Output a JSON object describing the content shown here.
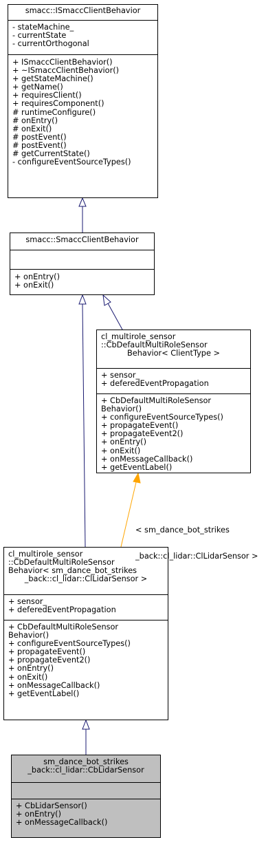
{
  "diagram": {
    "classes": [
      {
        "id": "isma",
        "title": [
          "smacc::ISmaccClientBehavior"
        ],
        "attributes": [
          "- stateMachine_",
          "- currentState",
          "- currentOrthogonal"
        ],
        "methods": [
          "+ ISmaccClientBehavior()",
          "+ ~ISmaccClientBehavior()",
          "+ getStateMachine()",
          "+ getName()",
          "+ requiresClient()",
          "+ requiresComponent()",
          "# runtimeConfigure()",
          "# onEntry()",
          "# onExit()",
          "# postEvent()",
          "# postEvent()",
          "# getCurrentState()",
          "- configureEventSourceTypes()"
        ],
        "highlight": false
      },
      {
        "id": "smacc",
        "title": [
          "smacc::SmaccClientBehavior"
        ],
        "attributes": [],
        "methods": [
          "+ onEntry()",
          "+ onExit()"
        ],
        "highlight": false
      },
      {
        "id": "tmpl",
        "title": [
          "cl_multirole_sensor",
          "::CbDefaultMultiRoleSensor",
          "Behavior< ClientType >"
        ],
        "attributes": [
          "+ sensor_",
          "+ deferedEventPropagation"
        ],
        "methods": [
          "+ CbDefaultMultiRoleSensor",
          "Behavior()",
          "+ configureEventSourceTypes()",
          "+ propagateEvent()",
          "+ propagateEvent2()",
          "+ onEntry()",
          "+ onExit()",
          "+ onMessageCallback()",
          "+ getEventLabel()"
        ],
        "highlight": false
      },
      {
        "id": "inst",
        "title": [
          "cl_multirole_sensor",
          "::CbDefaultMultiRoleSensor",
          "Behavior< sm_dance_bot_strikes",
          "_back::cl_lidar::ClLidarSensor >"
        ],
        "attributes": [
          "+ sensor_",
          "+ deferedEventPropagation"
        ],
        "methods": [
          "+ CbDefaultMultiRoleSensor",
          "Behavior()",
          "+ configureEventSourceTypes()",
          "+ propagateEvent()",
          "+ propagateEvent2()",
          "+ onEntry()",
          "+ onExit()",
          "+ onMessageCallback()",
          "+ getEventLabel()"
        ],
        "highlight": false
      },
      {
        "id": "cb",
        "title": [
          "sm_dance_bot_strikes",
          "_back::cl_lidar::CbLidarSensor"
        ],
        "attributes": [],
        "methods": [
          "+ CbLidarSensor()",
          "+ onEntry()",
          "+ onMessageCallback()"
        ],
        "highlight": true
      }
    ],
    "template_label": [
      "< sm_dance_bot_strikes",
      "_back::cl_lidar::ClLidarSensor >"
    ],
    "colors": {
      "inheritance": "#191970",
      "template": "#ffa500",
      "highlight_fill": "#bfbfbf",
      "box_fill": "#ffffff"
    }
  }
}
